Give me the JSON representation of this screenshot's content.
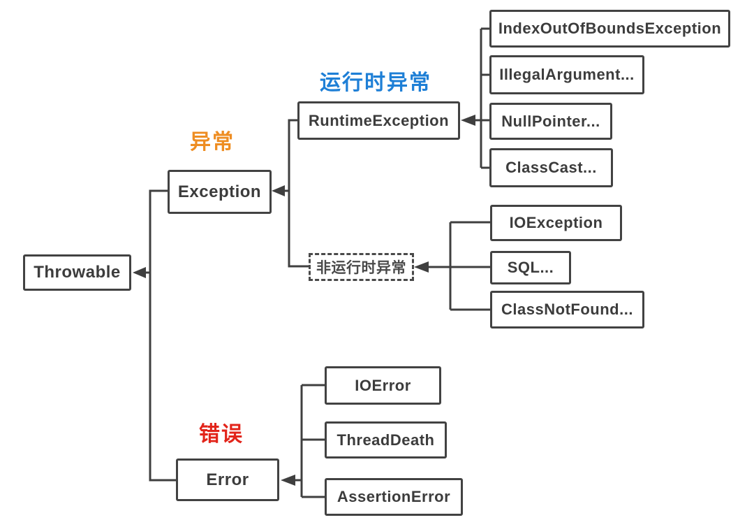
{
  "group_labels": {
    "exception": {
      "text": "异常",
      "color": "#ee8d22"
    },
    "runtime": {
      "text": "运行时异常",
      "color": "#1e7fd6"
    },
    "error": {
      "text": "错误",
      "color": "#e2241a"
    }
  },
  "nodes": {
    "throwable": {
      "label": "Throwable"
    },
    "exception": {
      "label": "Exception"
    },
    "runtime_exception": {
      "label": "RuntimeException"
    },
    "index_out_of_bounds": {
      "label": "IndexOutOfBoundsException"
    },
    "illegal_argument": {
      "label": "IllegalArgument..."
    },
    "null_pointer": {
      "label": "NullPointer..."
    },
    "class_cast": {
      "label": "ClassCast..."
    },
    "io_exception": {
      "label": "IOException"
    },
    "sql": {
      "label": "SQL..."
    },
    "class_not_found": {
      "label": "ClassNotFound..."
    },
    "non_runtime": {
      "label": "非运行时异常"
    },
    "io_error": {
      "label": "IOError"
    },
    "thread_death": {
      "label": "ThreadDeath"
    },
    "error": {
      "label": "Error"
    },
    "assertion_error": {
      "label": "AssertionError"
    }
  },
  "colors": {
    "line": "#3f3f3f",
    "box_border": "#424242",
    "box_text": "#3c3c3c",
    "background": "#ffffff"
  }
}
